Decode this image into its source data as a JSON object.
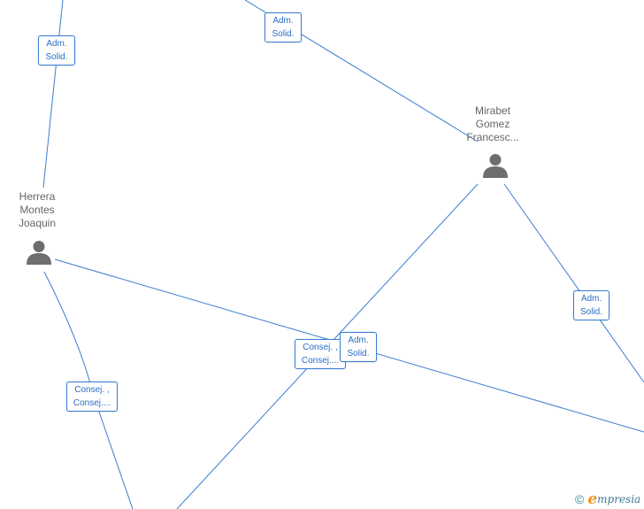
{
  "people": [
    {
      "id": "herrera",
      "name_lines": [
        "Herrera",
        "Montes",
        "Joaquin"
      ],
      "icon": "person-icon"
    },
    {
      "id": "mirabet",
      "name_lines": [
        "Mirabet",
        "Gomez",
        "Francesc..."
      ],
      "icon": "person-icon"
    }
  ],
  "roles": [
    {
      "id": "r1",
      "lines": [
        "Adm.",
        "Solid."
      ]
    },
    {
      "id": "r2",
      "lines": [
        "Adm.",
        "Solid."
      ]
    },
    {
      "id": "r3",
      "lines": [
        "Adm.",
        "Solid."
      ]
    },
    {
      "id": "r4",
      "lines": [
        "Consej. ,",
        "Consej...."
      ]
    },
    {
      "id": "r5",
      "lines": [
        "Adm.",
        "Solid."
      ]
    },
    {
      "id": "r6",
      "lines": [
        "Consej. ,",
        "Consej...."
      ]
    }
  ],
  "brand": {
    "copyright_symbol": "©",
    "logo_initial": "e",
    "logo_rest": "mpresia"
  },
  "colors": {
    "edge": "#3a7dd1",
    "role_text": "#2a6ec4",
    "person_icon": "#6e6e6e",
    "name_text": "#666666",
    "brand_orange": "#f0961e",
    "brand_teal": "#3a7a90"
  }
}
